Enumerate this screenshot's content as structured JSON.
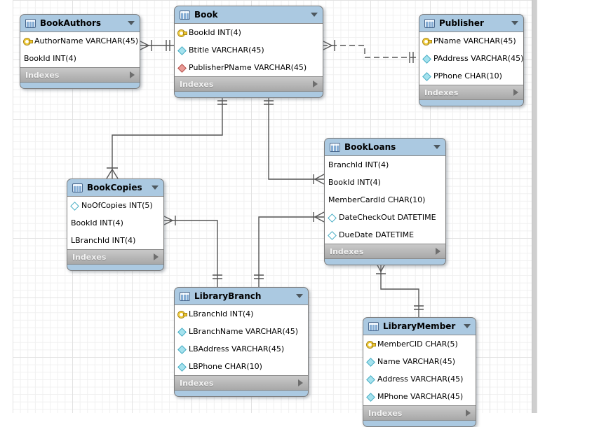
{
  "diagram": {
    "labels": {
      "indexes": "Indexes"
    },
    "colors": {
      "header_blue": "#abc9e1",
      "indexes_gray": "#b5b5b5",
      "key_yellow": "#edc72c",
      "diamond_cyan": "#49aec5",
      "diamond_red": "#d2706b",
      "connector": "#555555",
      "grid_minor": "#f0f0f0",
      "grid_major": "#e2e2e2"
    },
    "tables": [
      {
        "title": "BookAuthors",
        "fields": [
          {
            "icon": "key",
            "text": "AuthorName VARCHAR(45)"
          },
          {
            "icon": "none",
            "text": "BookId INT(4)"
          }
        ]
      },
      {
        "title": "Book",
        "fields": [
          {
            "icon": "key",
            "text": "BookId INT(4)"
          },
          {
            "icon": "diamond",
            "text": "Btitle VARCHAR(45)"
          },
          {
            "icon": "diamond-red",
            "text": "PublisherPName VARCHAR(45)"
          }
        ]
      },
      {
        "title": "Publisher",
        "fields": [
          {
            "icon": "key",
            "text": "PName VARCHAR(45)"
          },
          {
            "icon": "diamond",
            "text": "PAddress VARCHAR(45)"
          },
          {
            "icon": "diamond",
            "text": "PPhone CHAR(10)"
          }
        ]
      },
      {
        "title": "BookLoans",
        "fields": [
          {
            "icon": "none",
            "text": "BranchId INT(4)"
          },
          {
            "icon": "none",
            "text": "BookId INT(4)"
          },
          {
            "icon": "none",
            "text": "MemberCardId CHAR(10)"
          },
          {
            "icon": "diamond-outline",
            "text": "DateCheckOut DATETIME"
          },
          {
            "icon": "diamond-outline",
            "text": "DueDate DATETIME"
          }
        ]
      },
      {
        "title": "BookCopies",
        "fields": [
          {
            "icon": "diamond-outline",
            "text": "NoOfCopies INT(5)"
          },
          {
            "icon": "none",
            "text": "BookId INT(4)"
          },
          {
            "icon": "none",
            "text": "LBranchId INT(4)"
          }
        ]
      },
      {
        "title": "LibraryBranch",
        "fields": [
          {
            "icon": "key",
            "text": "LBranchId INT(4)"
          },
          {
            "icon": "diamond",
            "text": "LBranchName VARCHAR(45)"
          },
          {
            "icon": "diamond",
            "text": "LBAddress VARCHAR(45)"
          },
          {
            "icon": "diamond",
            "text": "LBPhone CHAR(10)"
          }
        ]
      },
      {
        "title": "LibraryMember",
        "fields": [
          {
            "icon": "key",
            "text": "MemberCID CHAR(5)"
          },
          {
            "icon": "diamond",
            "text": "Name VARCHAR(45)"
          },
          {
            "icon": "diamond",
            "text": "Address VARCHAR(45)"
          },
          {
            "icon": "diamond",
            "text": "MPhone VARCHAR(45)"
          }
        ]
      }
    ],
    "relationships": [
      {
        "id": "bookauthors-book",
        "from": "BookAuthors",
        "to": "Book",
        "line": "solid",
        "many_side": "BookAuthors"
      },
      {
        "id": "book-publisher",
        "from": "Book",
        "to": "Publisher",
        "line": "dashed",
        "many_side": "Book"
      },
      {
        "id": "book-bookcopies",
        "from": "Book",
        "to": "BookCopies",
        "line": "solid",
        "many_side": "BookCopies"
      },
      {
        "id": "book-bookloans",
        "from": "Book",
        "to": "BookLoans",
        "line": "solid",
        "many_side": "BookLoans"
      },
      {
        "id": "bookcopies-librarybranch",
        "from": "BookCopies",
        "to": "LibraryBranch",
        "line": "solid",
        "many_side": "BookCopies"
      },
      {
        "id": "librarybranch-bookloans",
        "from": "LibraryBranch",
        "to": "BookLoans",
        "line": "solid",
        "many_side": "BookLoans"
      },
      {
        "id": "bookloans-librarymember",
        "from": "BookLoans",
        "to": "LibraryMember",
        "line": "solid",
        "many_side": "BookLoans"
      }
    ]
  }
}
